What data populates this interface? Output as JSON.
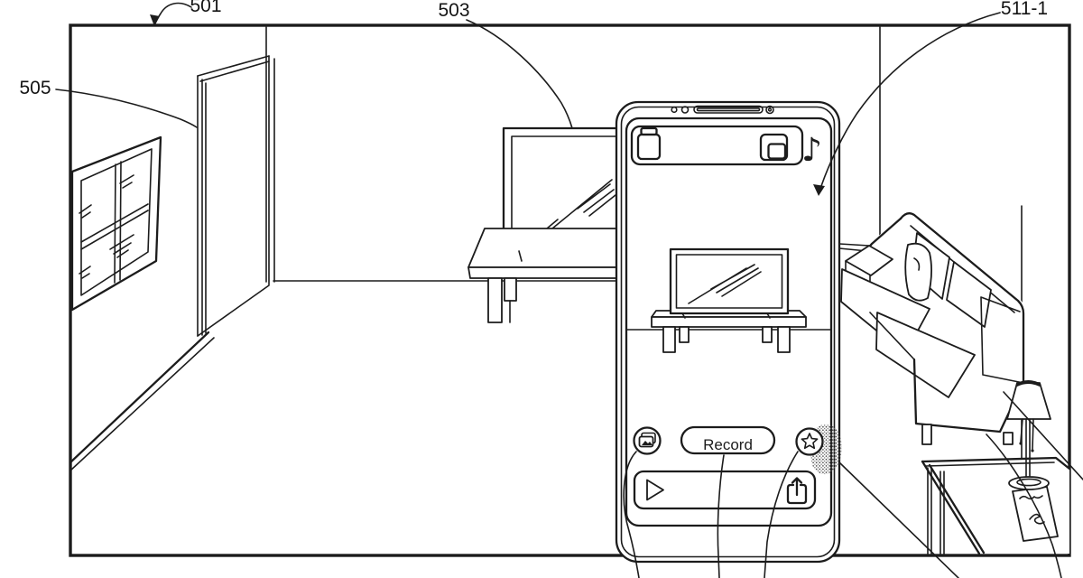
{
  "figure": {
    "kind": "patent-line-drawing",
    "background": "#ffffff",
    "ink_color": "#1c1c1c",
    "stipple_color": "#4a4a4a"
  },
  "labels": {
    "room": "501",
    "television": "503",
    "window": "505",
    "phone_screen": "511-1"
  },
  "phone": {
    "record_button_label": "Record",
    "music_note_glyph": "♪",
    "status_icons": [
      {
        "name": "jar-icon"
      },
      {
        "name": "copy-icon"
      },
      {
        "name": "music-note-icon"
      }
    ],
    "controls": [
      {
        "name": "photos-button"
      },
      {
        "name": "record-button"
      },
      {
        "name": "favorite-star-button"
      },
      {
        "name": "play-button"
      },
      {
        "name": "share-button"
      }
    ]
  },
  "scene": {
    "objects": [
      "room",
      "window",
      "open-door",
      "television",
      "tv-bench",
      "sofa",
      "floor-lamp",
      "side-table",
      "paper"
    ]
  }
}
